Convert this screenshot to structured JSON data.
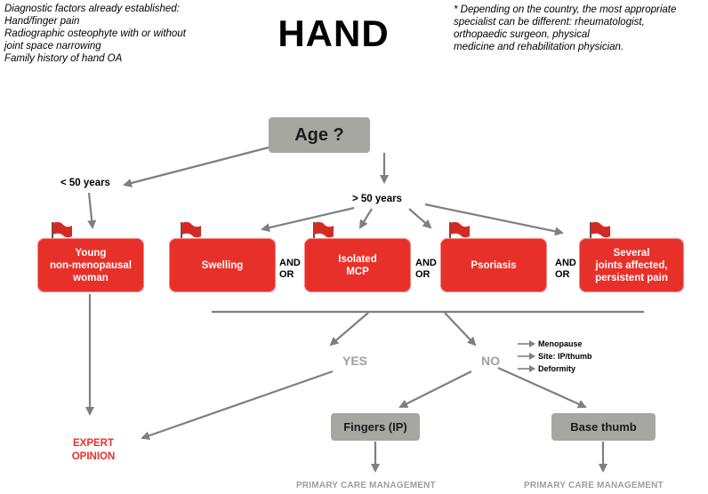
{
  "title": "HAND",
  "left_note": [
    "Diagnostic factors already established:",
    "Hand/finger pain",
    "Radiographic osteophyte with or without",
    "joint space narrowing",
    "Family history of hand OA"
  ],
  "right_note": [
    "* Depending on the country, the most appropriate",
    "specialist can be different: rheumatologist,",
    "orthopaedic surgeon, physical",
    "medicine and rehabilitation physician."
  ],
  "age_question": "Age ?",
  "under_50": "< 50 years",
  "over_50": "> 50 years",
  "red_flags": {
    "young": [
      "Young",
      "non-menopausal",
      "woman"
    ],
    "swelling": [
      "Swelling"
    ],
    "mcp": [
      "Isolated",
      "MCP"
    ],
    "psoriasis": [
      "Psoriasis"
    ],
    "several": [
      "Several",
      "joints affected,",
      "persistent pain"
    ]
  },
  "and_or": [
    "AND",
    "OR"
  ],
  "yes": "YES",
  "no": "NO",
  "side_factors": [
    "Menopause",
    "Site: IP/thumb",
    "Deformity"
  ],
  "fingers": "Fingers (IP)",
  "base_thumb": "Base thumb",
  "expert_opinion": [
    "EXPERT",
    "OPINION"
  ],
  "primary_care": "PRIMARY CARE MANAGEMENT",
  "colors": {
    "red": "#e8302a",
    "gray_box": "#a7a7a2",
    "arrow": "#7f7f7f"
  }
}
